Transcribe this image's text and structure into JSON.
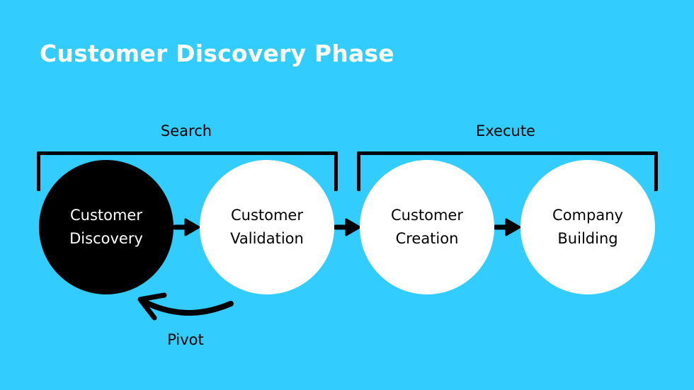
{
  "title": "Customer Discovery Phase",
  "colors": {
    "background": "#33CCFF",
    "active_step": "#000000",
    "inactive_step": "#FFFFFF"
  },
  "groups": [
    {
      "label": "Search"
    },
    {
      "label": "Execute"
    }
  ],
  "steps": [
    {
      "line1": "Customer",
      "line2": "Discovery",
      "active": true
    },
    {
      "line1": "Customer",
      "line2": "Validation",
      "active": false
    },
    {
      "line1": "Customer",
      "line2": "Creation",
      "active": false
    },
    {
      "line1": "Company",
      "line2": "Building",
      "active": false
    }
  ],
  "feedback": {
    "label": "Pivot",
    "from_step": 2,
    "to_step": 1
  }
}
